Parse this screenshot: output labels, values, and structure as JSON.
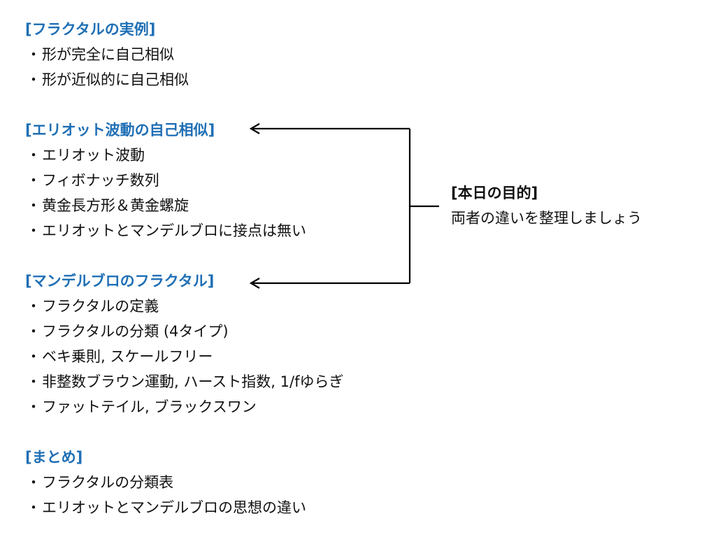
{
  "sections": [
    {
      "heading": "[フラクタルの実例]",
      "items": [
        "形が完全に自己相似",
        "形が近似的に自己相似"
      ]
    },
    {
      "heading": "[エリオット波動の自己相似]",
      "items": [
        "エリオット波動",
        "フィボナッチ数列",
        "黄金長方形＆黄金螺旋",
        "エリオットとマンデルブロに接点は無い"
      ]
    },
    {
      "heading": "[マンデルブロのフラクタル]",
      "items": [
        "フラクタルの定義",
        "フラクタルの分類 (4タイプ)",
        "ベキ乗則, スケールフリー",
        "非整数ブラウン運動, ハースト指数, 1/fゆらぎ",
        "ファットテイル, ブラックスワン"
      ]
    },
    {
      "heading": "[まとめ]",
      "items": [
        "フラクタルの分類表",
        "エリオットとマンデルブロの思想の違い"
      ]
    }
  ],
  "bullet": "・",
  "purpose": {
    "title": "[本日の目的]",
    "text": "両者の違いを整理しましょう"
  },
  "colors": {
    "heading": "#1f6fb5",
    "text": "#111111",
    "connector": "#000000"
  }
}
